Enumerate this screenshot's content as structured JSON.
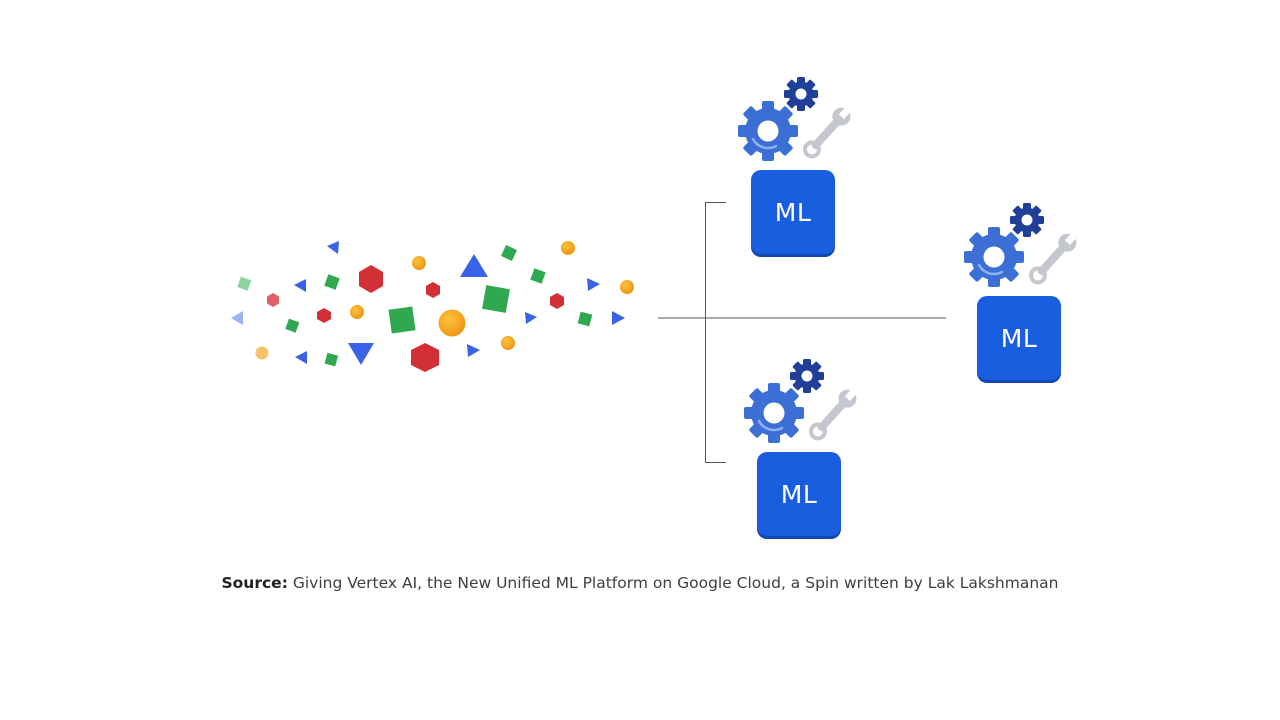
{
  "diagram": {
    "ml_boxes": [
      {
        "label": "ML"
      },
      {
        "label": "ML"
      },
      {
        "label": "ML"
      }
    ],
    "icons": [
      "gear-icon",
      "small-gear-icon",
      "wrench-icon"
    ]
  },
  "caption": {
    "prefix": "Source:",
    "text": "Giving Vertex AI, the New Unified ML Platform on Google Cloud, a Spin written by Lak Lakshmanan"
  },
  "colors": {
    "ml_box": "#1a5ee0",
    "gear_blue": "#3b6fd6",
    "gear_dark": "#1f3f99",
    "wrench": "#c4c7ce",
    "shape_red": "#d22f37",
    "shape_green": "#2fa84f",
    "shape_blue": "#3a62e6",
    "shape_orange": "#f2a31b",
    "connector": "#555555"
  }
}
